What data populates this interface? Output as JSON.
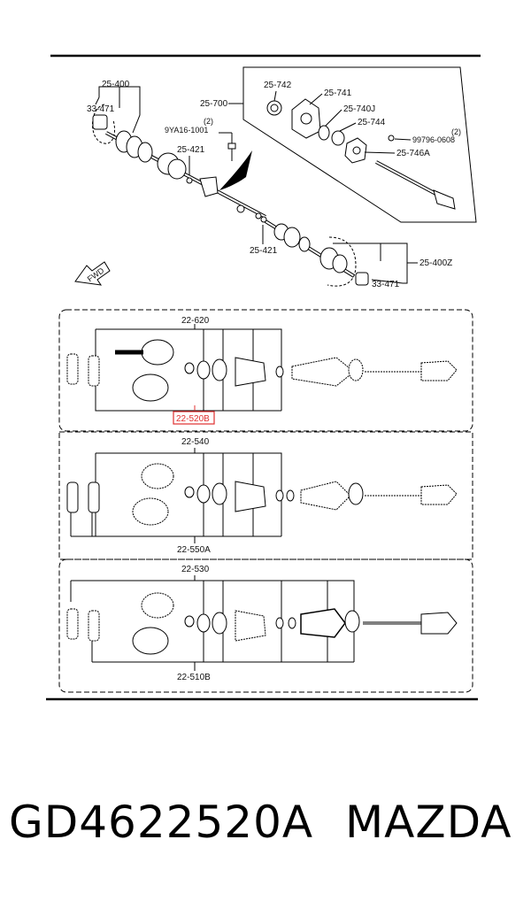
{
  "diagram": {
    "labels": {
      "l_25_400": "25-400",
      "l_33_471a": "33-471",
      "l_25_700": "25-700",
      "l_9ya": "9YA16-1001",
      "l_qty2a": "(2)",
      "l_25_421a": "25-421",
      "l_25_742": "25-742",
      "l_25_741": "25-741",
      "l_25_740j": "25-740J",
      "l_25_744": "25-744",
      "l_qty2b": "(2)",
      "l_99796": "99796-0608",
      "l_25_746a": "25-746A",
      "l_25_421b": "25-421",
      "l_25_400z": "25-400Z",
      "l_33_471b": "33-471",
      "l_fwd": "FWD",
      "l_22_620": "22-620",
      "l_22_520b": "22-520B",
      "l_22_540": "22-540",
      "l_22_550a": "22-550A",
      "l_22_530": "22-530",
      "l_22_510b": "22-510B"
    },
    "highlight_color": "#e03030"
  },
  "caption": {
    "part_number": "GD4622520A",
    "brand": "MAZDA"
  }
}
